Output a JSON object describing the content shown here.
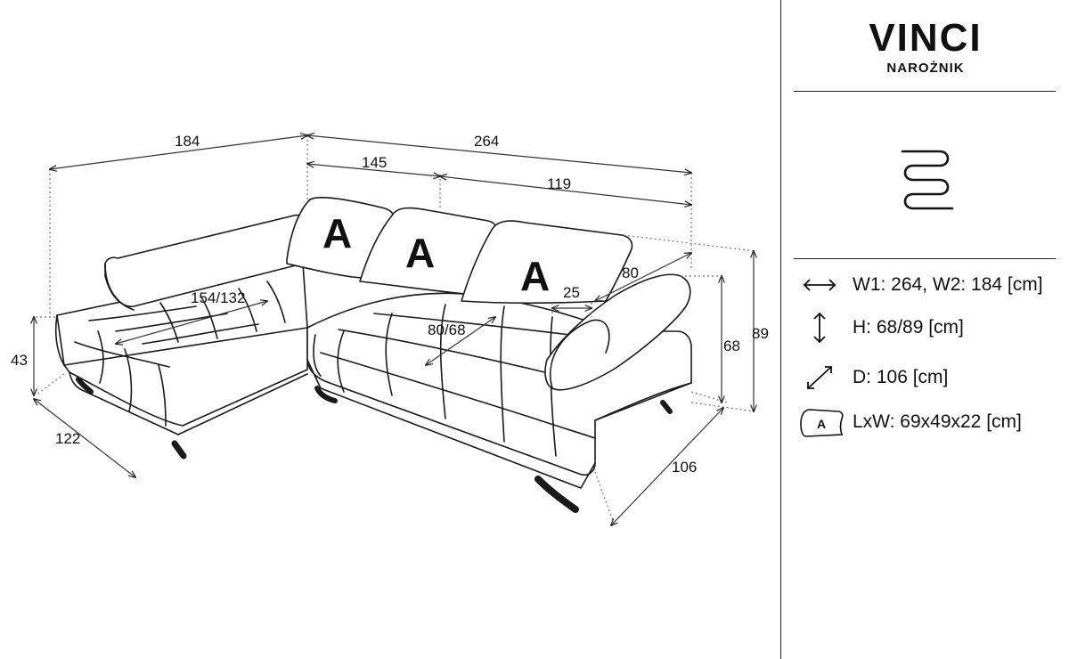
{
  "product": {
    "name": "VINCI",
    "type": "NAROŻNIK"
  },
  "dimensions": {
    "width_left": "184",
    "width_total": "264",
    "back_left": "145",
    "back_right": "119",
    "seat_left_depth": "154/132",
    "seat_right_depth": "80/68",
    "armrest": "80",
    "armrest_width": "25",
    "left_height": "43",
    "left_depth": "122",
    "right_depth": "106",
    "height_low": "68",
    "height_high": "89"
  },
  "cushion_label": "A",
  "specs": [
    {
      "icon": "width-arrows-icon",
      "text": "W1: 264, W2: 184 [cm]"
    },
    {
      "icon": "height-arrows-icon",
      "text": "H: 68/89 [cm]"
    },
    {
      "icon": "depth-arrows-icon",
      "text": "D: 106 [cm]"
    },
    {
      "icon": "cushion-a-icon",
      "label": "A",
      "text": "LxW: 69x49x22 [cm]"
    }
  ],
  "heating_icon": "heating-coil-icon"
}
